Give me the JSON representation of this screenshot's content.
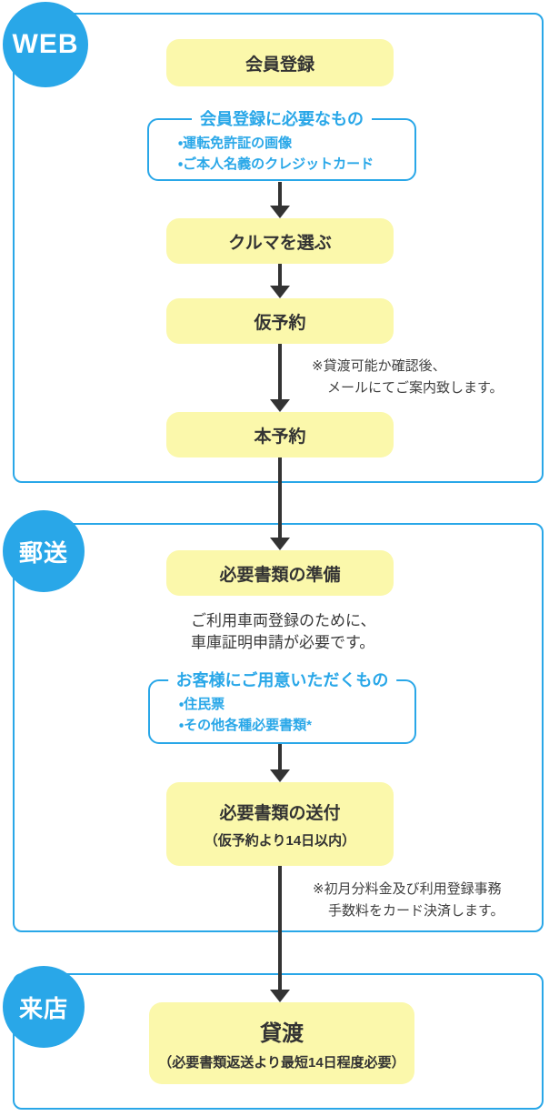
{
  "colors": {
    "blue": "#29A7E8",
    "yellow": "#FBF8AB",
    "ink": "#333333",
    "note": "#3F3F3F"
  },
  "sections": {
    "web": {
      "badge": "WEB"
    },
    "mail": {
      "badge": "郵送"
    },
    "visit": {
      "badge": "来店"
    }
  },
  "steps": {
    "register": {
      "label": "会員登録"
    },
    "choose_car": {
      "label": "クルマを選ぶ"
    },
    "temp_reservation": {
      "label": "仮予約"
    },
    "final_reservation": {
      "label": "本予約"
    },
    "prepare_documents": {
      "label": "必要書類の準備"
    },
    "send_documents": {
      "label": "必要書類の送付",
      "sub": "（仮予約より14日以内）"
    },
    "handover": {
      "label": "貸渡",
      "sub": "（必要書類返送より最短14日程度必要）"
    }
  },
  "callouts": {
    "register_requirements": {
      "title": "会員登録に必要なもの",
      "items": [
        "・運転免許証の画像",
        "・ご本人名義のクレジットカード"
      ]
    },
    "customer_prepare": {
      "title": "お客様にご用意いただくもの",
      "items": [
        "・住民票",
        "・その他各種必要書類*"
      ]
    }
  },
  "notes": {
    "temp_to_final": [
      "※貸渡可能か確認後、",
      "メールにてご案内致します。"
    ],
    "send_payment": [
      "※初月分料金及び利用登録事務",
      "手数料をカード決済します。"
    ]
  },
  "paragraphs": {
    "garage_certificate": [
      "ご利用車両登録のために、",
      "車庫証明申請が必要です。"
    ]
  }
}
